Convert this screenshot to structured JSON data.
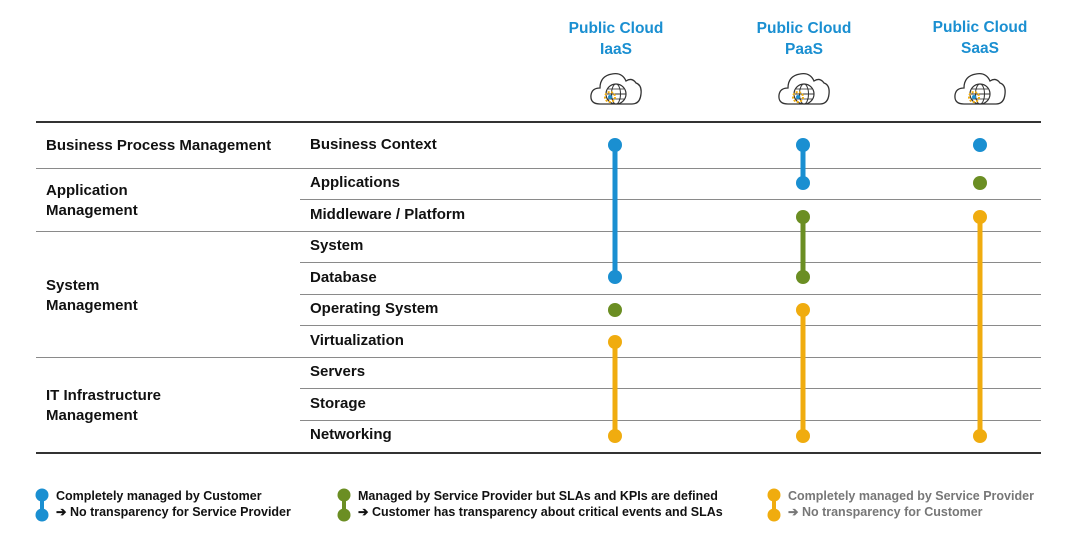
{
  "columns": [
    {
      "line1": "Public Cloud",
      "line2": "IaaS"
    },
    {
      "line1": "Public Cloud",
      "line2": "PaaS"
    },
    {
      "line1": "Public Cloud",
      "line2": "SaaS"
    }
  ],
  "categories": [
    {
      "line1": "Business Process Management",
      "line2": ""
    },
    {
      "line1": "Application",
      "line2": "Management"
    },
    {
      "line1": "System",
      "line2": "Management"
    },
    {
      "line1": "IT Infrastructure",
      "line2": "Management"
    }
  ],
  "layers": [
    "Business Context",
    "Applications",
    "Middleware / Platform",
    "System",
    "Database",
    "Operating System",
    "Virtualization",
    "Servers",
    "Storage",
    "Networking"
  ],
  "colors": {
    "customer": "#1a8fd1",
    "sla": "#6b8e23",
    "provider": "#f0ac0f",
    "header": "#1a8fd1"
  },
  "segments": [
    [
      {
        "type": "customer",
        "from": 0,
        "to": 4
      },
      {
        "type": "sla",
        "from": 5,
        "to": 5
      },
      {
        "type": "provider",
        "from": 6,
        "to": 9
      }
    ],
    [
      {
        "type": "customer",
        "from": 0,
        "to": 1
      },
      {
        "type": "sla",
        "from": 2,
        "to": 4
      },
      {
        "type": "provider",
        "from": 5,
        "to": 9
      }
    ],
    [
      {
        "type": "customer",
        "from": 0,
        "to": 0
      },
      {
        "type": "sla",
        "from": 1,
        "to": 1
      },
      {
        "type": "provider",
        "from": 2,
        "to": 9
      }
    ]
  ],
  "legend": [
    {
      "type": "customer",
      "line1": "Completely managed by Customer",
      "line2": "➔ No transparency for Service Provider"
    },
    {
      "type": "sla",
      "line1": "Managed by Service Provider but SLAs and KPIs are defined",
      "line2": "➔ Customer has transparency about critical events and SLAs"
    },
    {
      "type": "provider",
      "line1": "Completely managed by Service Provider",
      "line2": "➔ No transparency for Customer"
    }
  ],
  "icons": {
    "cloud": "cloud-globe-gear-icon"
  }
}
